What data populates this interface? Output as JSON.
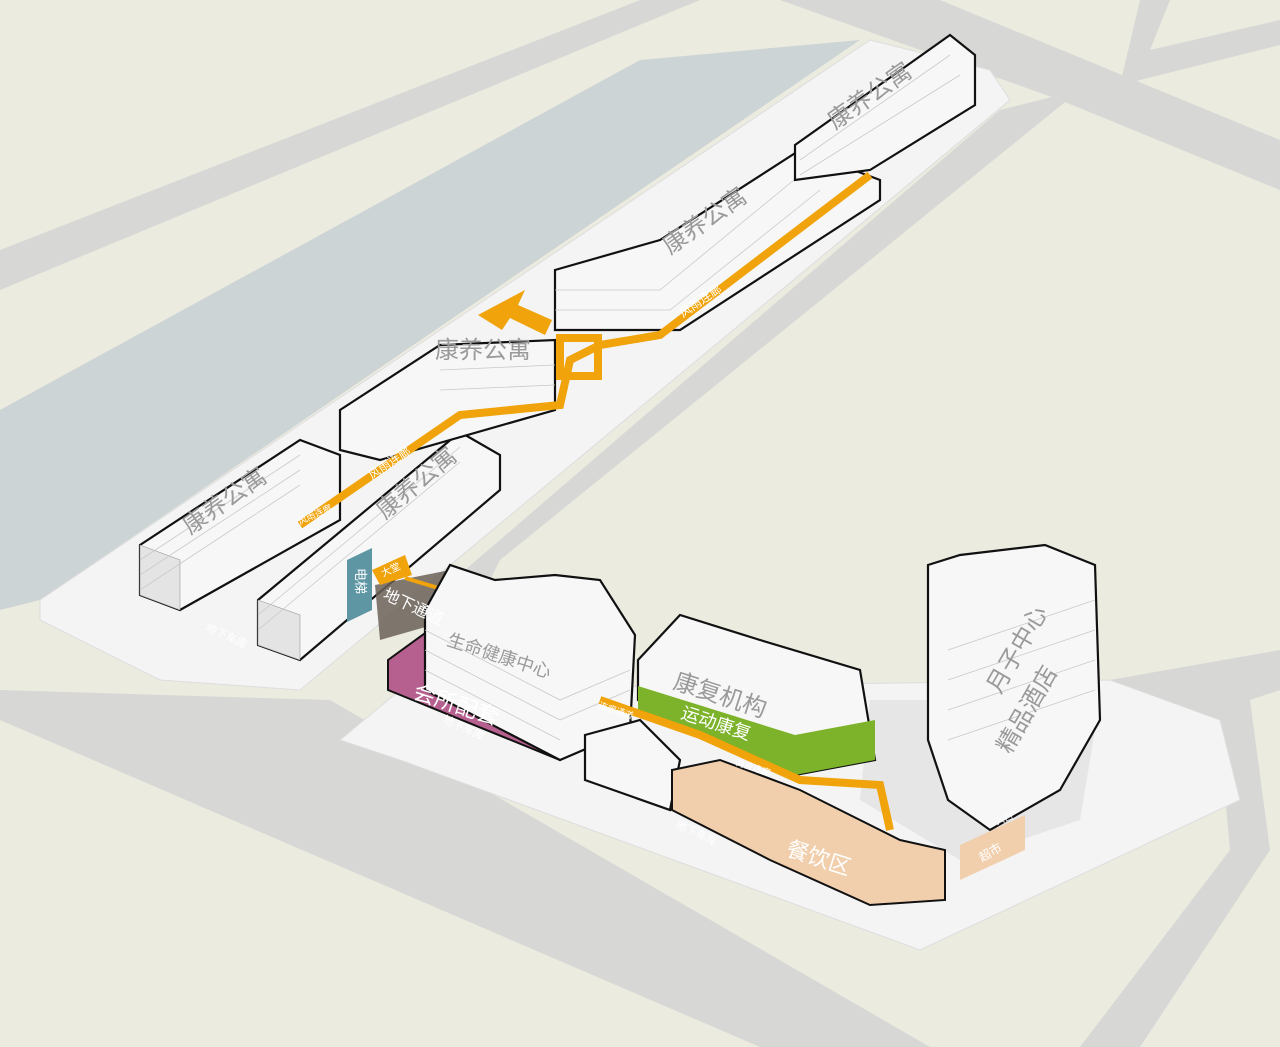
{
  "labels": {
    "apartment_1": "康养公寓",
    "apartment_2": "康养公寓",
    "apartment_3": "康养公寓",
    "apartment_4": "康养公寓",
    "apartment_5": "康养公寓",
    "corridor_1": "风雨连廊",
    "corridor_2": "风雨连廊",
    "corridor_3": "风雨连廊",
    "elevator": "电梯",
    "lobby": "大堂",
    "underground_passage": "地下通道",
    "life_health_center": "生命健康中心",
    "clubhouse": "会所配套",
    "rehab_institution": "康复机构",
    "sports_rehab": "运动康复",
    "corridor_passage": "连廊通道",
    "commercial_corridor": "商业连廊",
    "dining": "餐饮区",
    "maternity_center": "月子中心",
    "boutique_hotel": "精品酒店",
    "supermarket": "超市",
    "entrance": "入口",
    "garage_1": "地下车库",
    "garage_2": "地下车库",
    "garage_3": "地下车库"
  },
  "colors": {
    "background": "#ecebe0",
    "road": "#d7d7d5",
    "river": "#cdd4d5",
    "site": "#f4f4f4",
    "corridor": "#f0a30a",
    "clubhouse": "#b5608e",
    "sports": "#7cb32a",
    "dining": "#f1cfad",
    "elevator": "#5f96a3",
    "passage": "#6b6257"
  }
}
